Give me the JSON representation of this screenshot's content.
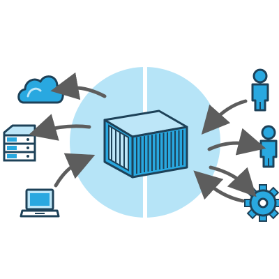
{
  "diagram": {
    "icons": {
      "center": "shipping-container-icon",
      "left": [
        "cloud-icon",
        "server-rack-icon",
        "laptop-icon"
      ],
      "right": [
        "person-icon",
        "person-icon",
        "gear-icon"
      ]
    },
    "colors": {
      "circle_fill": "#b6e4f7",
      "icon_fill": "#29a8e0",
      "icon_light": "#bde6f8",
      "outline": "#1d4158",
      "arrow": "#5d5d5d",
      "gap": "#ffffff"
    },
    "arrows": [
      {
        "from": "container",
        "to": "cloud-icon"
      },
      {
        "from": "container",
        "to": "server-rack-icon"
      },
      {
        "from": "laptop-icon",
        "to": "container"
      },
      {
        "from": "person-icon-top",
        "to": "container"
      },
      {
        "from": "container",
        "to": "person-icon-bottom"
      },
      {
        "from": "container",
        "to": "gear-icon"
      },
      {
        "from": "gear-icon",
        "to": "container"
      }
    ]
  }
}
